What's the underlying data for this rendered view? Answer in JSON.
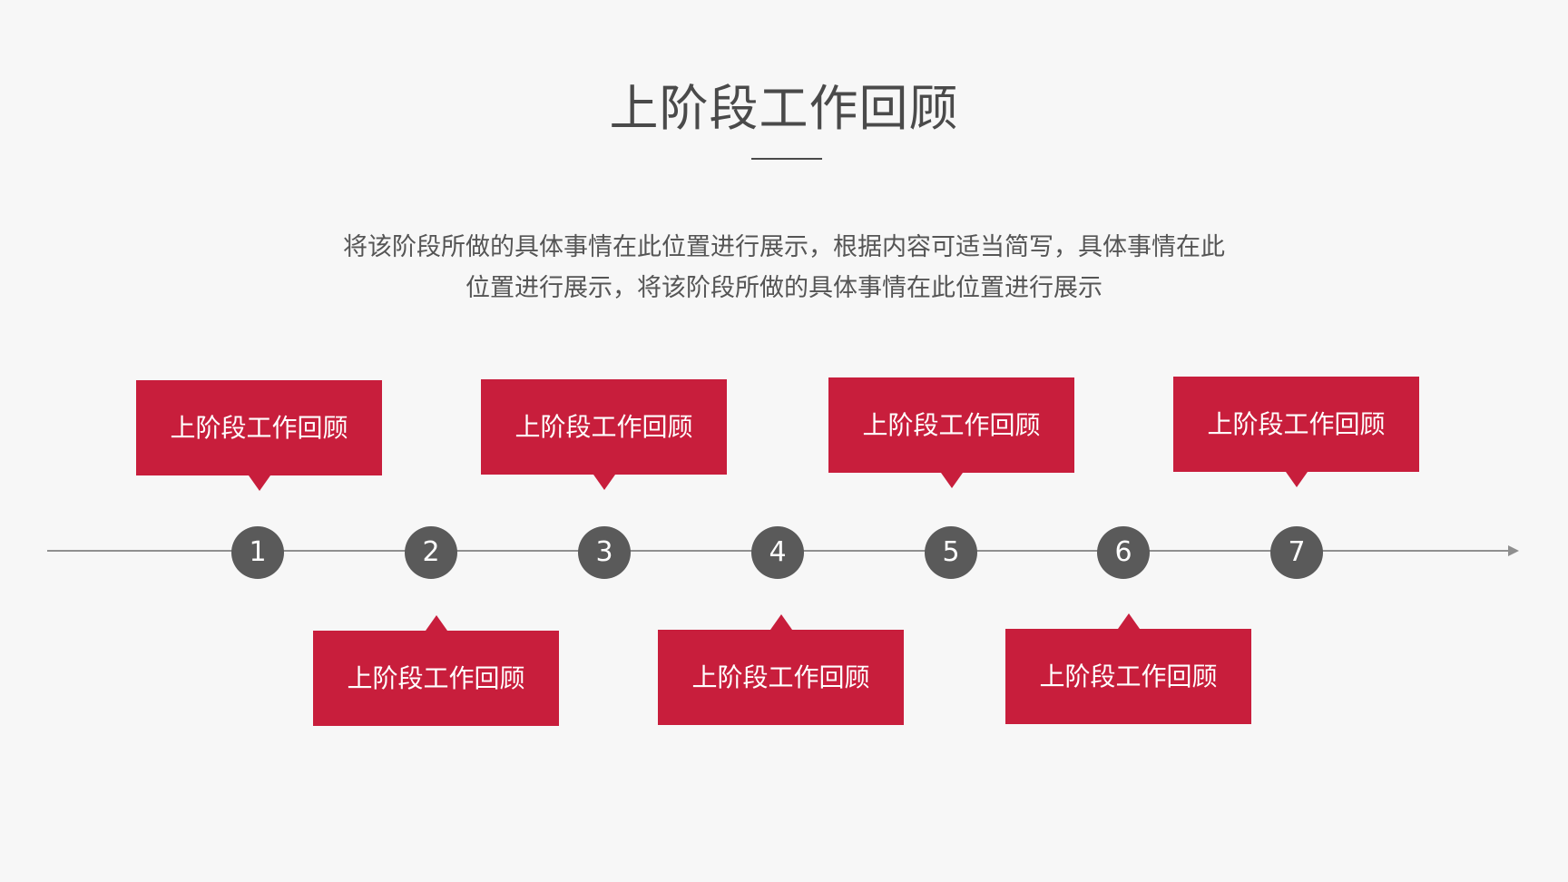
{
  "title": "上阶段工作回顾",
  "description": {
    "line1": "将该阶段所做的具体事情在此位置进行展示，根据内容可适当简写，具体事情在此",
    "line2": "位置进行展示，将该阶段所做的具体事情在此位置进行展示"
  },
  "colors": {
    "accent": "#c81e3c",
    "node": "#5a5a5a",
    "axis": "#8f8f8f",
    "title": "#4a4a4a"
  },
  "timeline": {
    "nodes": [
      {
        "number": "1",
        "card_label": "上阶段工作回顾"
      },
      {
        "number": "2",
        "card_label": "上阶段工作回顾"
      },
      {
        "number": "3",
        "card_label": "上阶段工作回顾"
      },
      {
        "number": "4",
        "card_label": "上阶段工作回顾"
      },
      {
        "number": "5",
        "card_label": "上阶段工作回顾"
      },
      {
        "number": "6",
        "card_label": "上阶段工作回顾"
      },
      {
        "number": "7",
        "card_label": "上阶段工作回顾"
      }
    ]
  }
}
